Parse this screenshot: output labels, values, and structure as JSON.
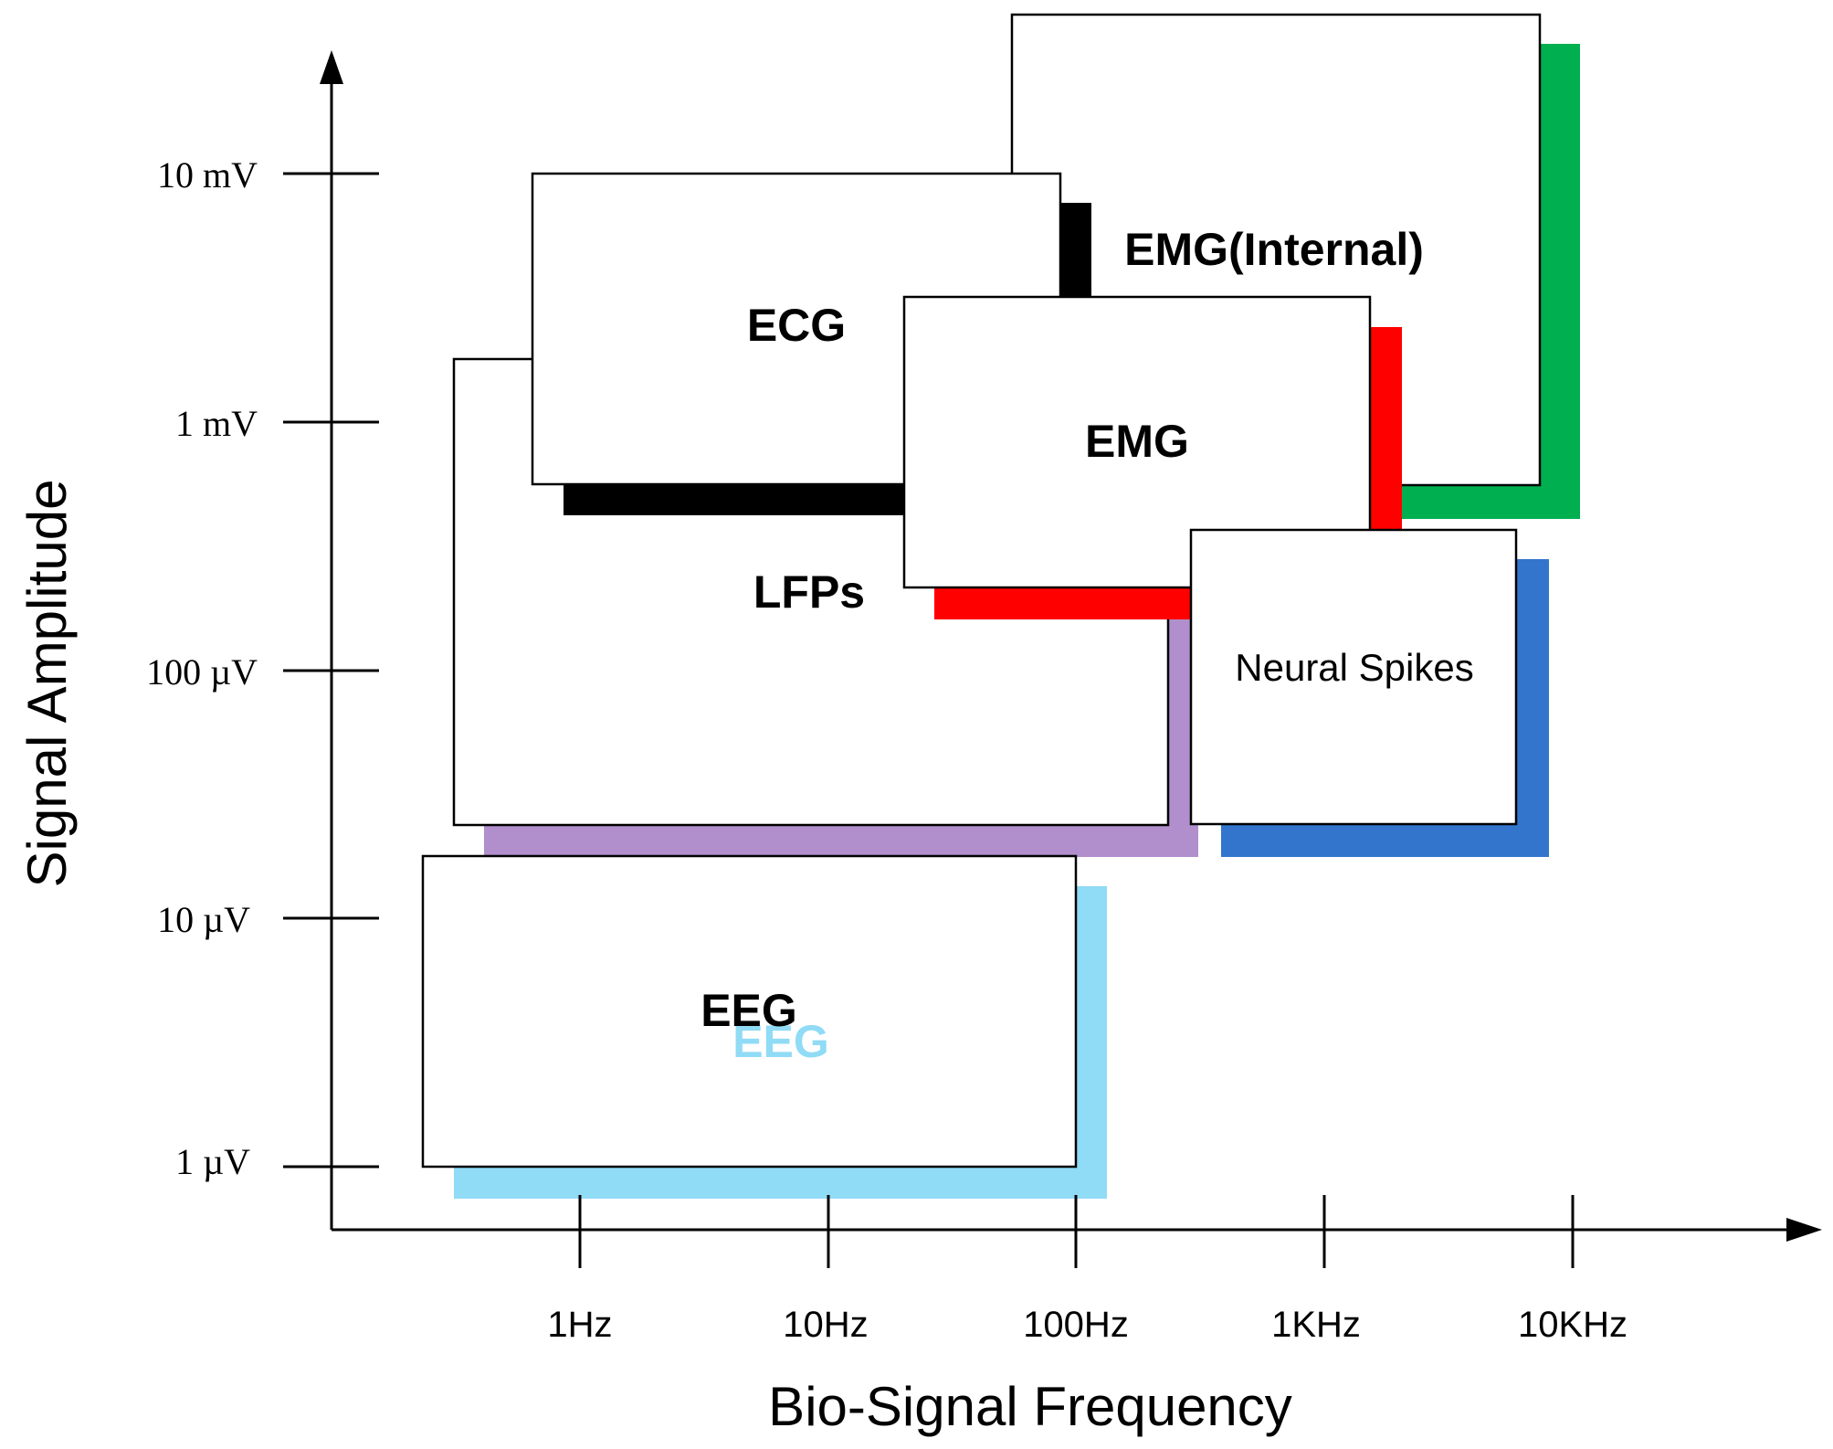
{
  "axes": {
    "x_title": "Bio-Signal Frequency",
    "y_title": "Signal Amplitude",
    "x_ticks": [
      "1Hz",
      "10Hz",
      "100Hz",
      "1KHz",
      "10KHz"
    ],
    "y_ticks": [
      "10  mV",
      "1 mV",
      "100 µV",
      "10 µV",
      "1 µV"
    ]
  },
  "regions": [
    {
      "key": "emg_internal",
      "label": "EMG(Internal)",
      "shadow_color": "#00b050",
      "label_style": "bold"
    },
    {
      "key": "lfps",
      "label": "LFPs",
      "shadow_color": "#b08fcc",
      "label_style": "bold"
    },
    {
      "key": "ecg",
      "label": "ECG",
      "shadow_color": "#000000",
      "label_style": "bold"
    },
    {
      "key": "emg",
      "label": "EMG",
      "shadow_color": "#ff0000",
      "label_style": "bold"
    },
    {
      "key": "neural_spikes",
      "label": "Neural Spikes",
      "shadow_color": "#3375cc",
      "label_style": "plain"
    },
    {
      "key": "eeg",
      "label": "EEG",
      "shadow_color": "#90dbf5",
      "label_style": "bold",
      "echo_label": "EEG",
      "echo_color": "#90dbf5"
    }
  ],
  "colors": {
    "axis": "#000000",
    "box_fill": "#ffffff",
    "box_stroke": "#000000"
  }
}
